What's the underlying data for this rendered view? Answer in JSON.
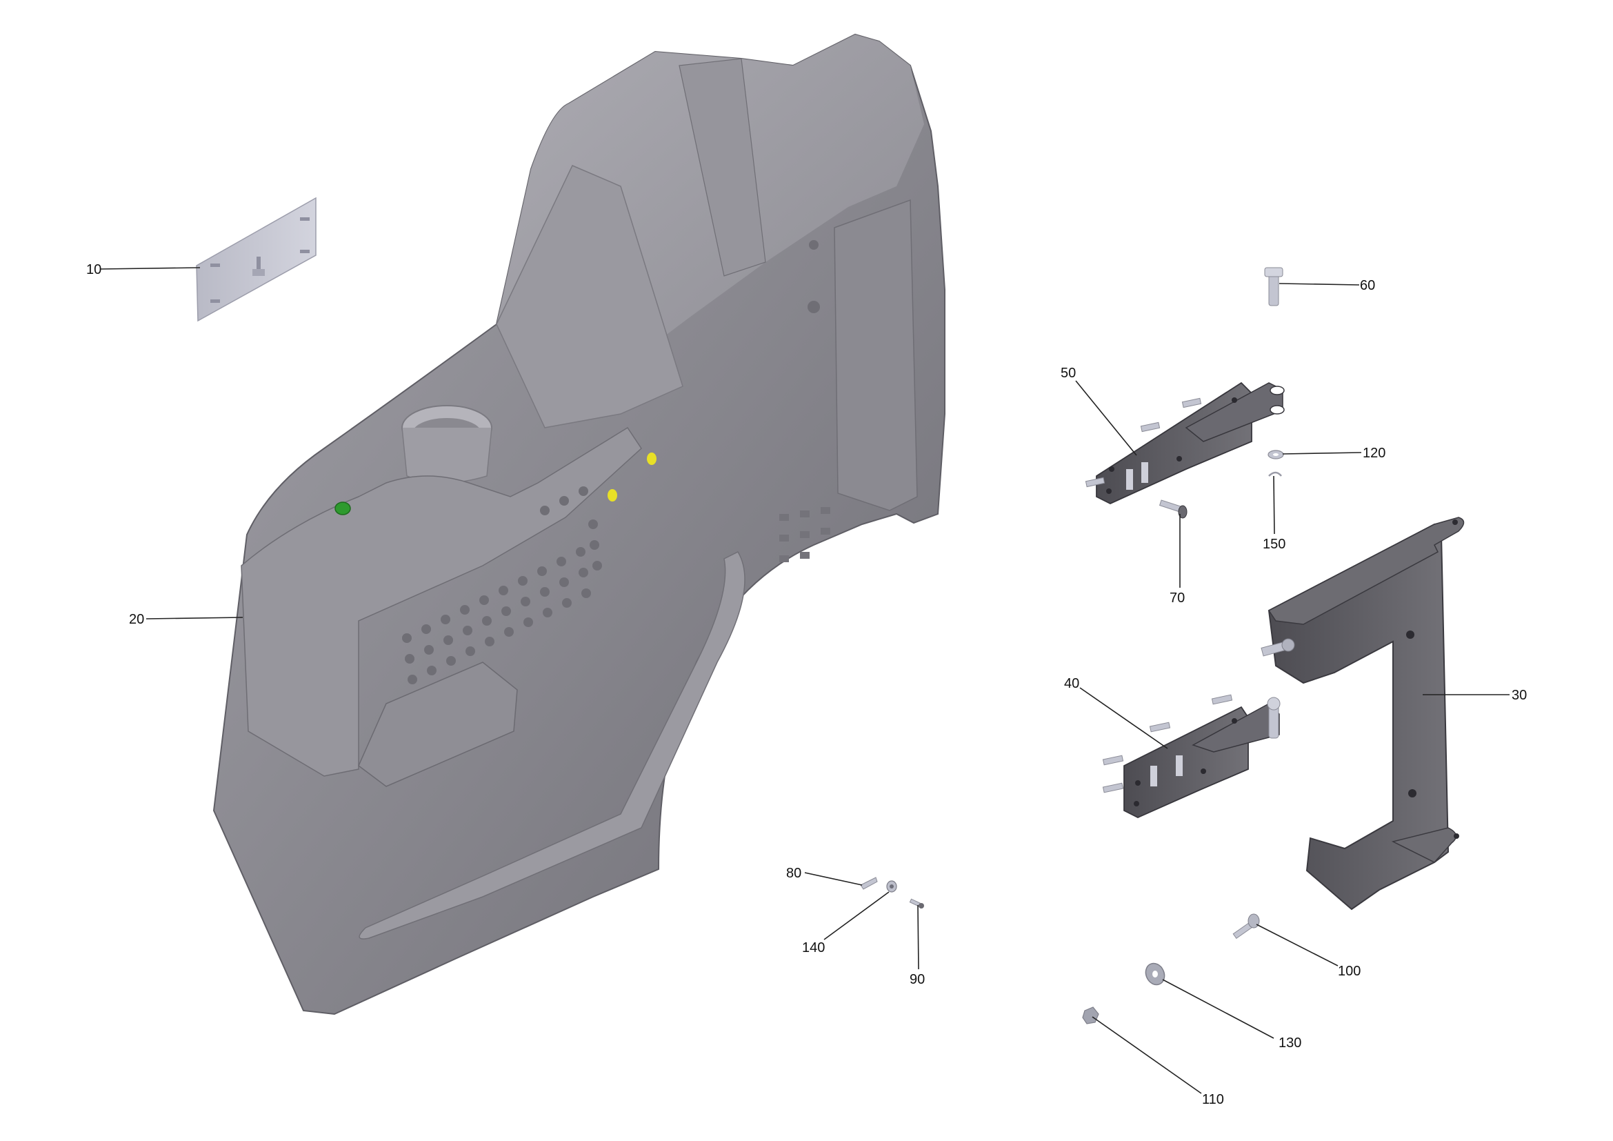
{
  "diagram": {
    "colors": {
      "housing_light": "#a09fa6",
      "housing_mid": "#85848b",
      "housing_dark": "#6c6b72",
      "bracket": "#5b5a60",
      "hardware": "#c3c5d1",
      "marker_green": "#2e9a2e",
      "marker_yellow": "#e8e026"
    },
    "parts": [
      {
        "id": "10",
        "label": "10",
        "description_icon": "plate-icon"
      },
      {
        "id": "20",
        "label": "20",
        "description_icon": "fender-housing-icon"
      },
      {
        "id": "30",
        "label": "30",
        "description_icon": "c-bracket-icon"
      },
      {
        "id": "40",
        "label": "40",
        "description_icon": "hinge-icon"
      },
      {
        "id": "50",
        "label": "50",
        "description_icon": "hinge-icon"
      },
      {
        "id": "60",
        "label": "60",
        "description_icon": "bolt-icon"
      },
      {
        "id": "70",
        "label": "70",
        "description_icon": "bolt-icon"
      },
      {
        "id": "80",
        "label": "80",
        "description_icon": "pin-icon"
      },
      {
        "id": "90",
        "label": "90",
        "description_icon": "screw-icon"
      },
      {
        "id": "100",
        "label": "100",
        "description_icon": "bolt-icon"
      },
      {
        "id": "110",
        "label": "110",
        "description_icon": "nut-icon"
      },
      {
        "id": "120",
        "label": "120",
        "description_icon": "washer-icon"
      },
      {
        "id": "130",
        "label": "130",
        "description_icon": "washer-icon"
      },
      {
        "id": "140",
        "label": "140",
        "description_icon": "washer-icon"
      },
      {
        "id": "150",
        "label": "150",
        "description_icon": "clip-icon"
      }
    ]
  }
}
